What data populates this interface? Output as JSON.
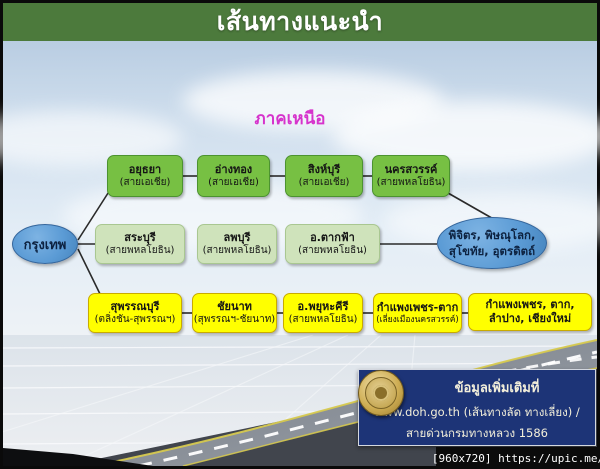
{
  "page": {
    "title": "เส้นทางแนะนำ",
    "region_label": "ภาคเหนือ"
  },
  "origin": {
    "label": "กรุงเทพ"
  },
  "hub": {
    "line1": "พิจิตร, พิษณุโลก,",
    "line2": "สุโขทัย, อุตรดิตถ์"
  },
  "routes": [
    {
      "id": "asia-highway",
      "stops": [
        {
          "city": "อยุธยา",
          "via": "(สายเอเชีย)"
        },
        {
          "city": "อ่างทอง",
          "via": "(สายเอเชีย)"
        },
        {
          "city": "สิงห์บุรี",
          "via": "(สายเอเชีย)"
        },
        {
          "city": "นครสวรรค์",
          "via": "(สายพหลโยธิน)"
        }
      ]
    },
    {
      "id": "phahonyothin",
      "stops": [
        {
          "city": "สระบุรี",
          "via": "(สายพหลโยธิน)"
        },
        {
          "city": "ลพบุรี",
          "via": "(สายพหลโยธิน)"
        },
        {
          "city": "อ.ตากฟ้า",
          "via": "(สายพหลโยธิน)"
        }
      ]
    },
    {
      "id": "suphanburi-line",
      "stops": [
        {
          "city": "สุพรรณบุรี",
          "via": "(ตลิ่งชัน-สุพรรณฯ)"
        },
        {
          "city": "ชัยนาท",
          "via": "(สุพรรณฯ-ชัยนาท)"
        },
        {
          "city": "อ.พยุหะคีรี",
          "via": "(สายพหลโยธิน)"
        },
        {
          "city": "กำแพงเพชร-ตาก",
          "via": "(เลี่ยงเมืองนครสวรรค์)"
        },
        {
          "city": "กำแพงเพชร, ตาก,",
          "via": "ลำปาง, เชียงใหม่"
        }
      ]
    }
  ],
  "info_box": {
    "line1": "ข้อมูลเพิ่มเติมที่",
    "line2": "www.doh.go.th (เส้นทางลัด ทางเลี่ยง) /",
    "line3": "สายด่วนกรมทางหลวง 1586"
  },
  "watermark": "[960x720] https://upic.me/",
  "colors": {
    "header_green": "#4c7a3c",
    "route1_fill": "#77c043",
    "route1_border": "#4c9330",
    "route2_fill": "#cfe3bb",
    "route2_border": "#a9c791",
    "route3_fill": "#ffff00",
    "route3_border": "#c9ab00",
    "node_blue": "#5b9bd5",
    "node_border": "#35669c",
    "region_magenta": "#d633cc",
    "info_navy": "#1d3477",
    "connector": "#2a2a2a"
  }
}
